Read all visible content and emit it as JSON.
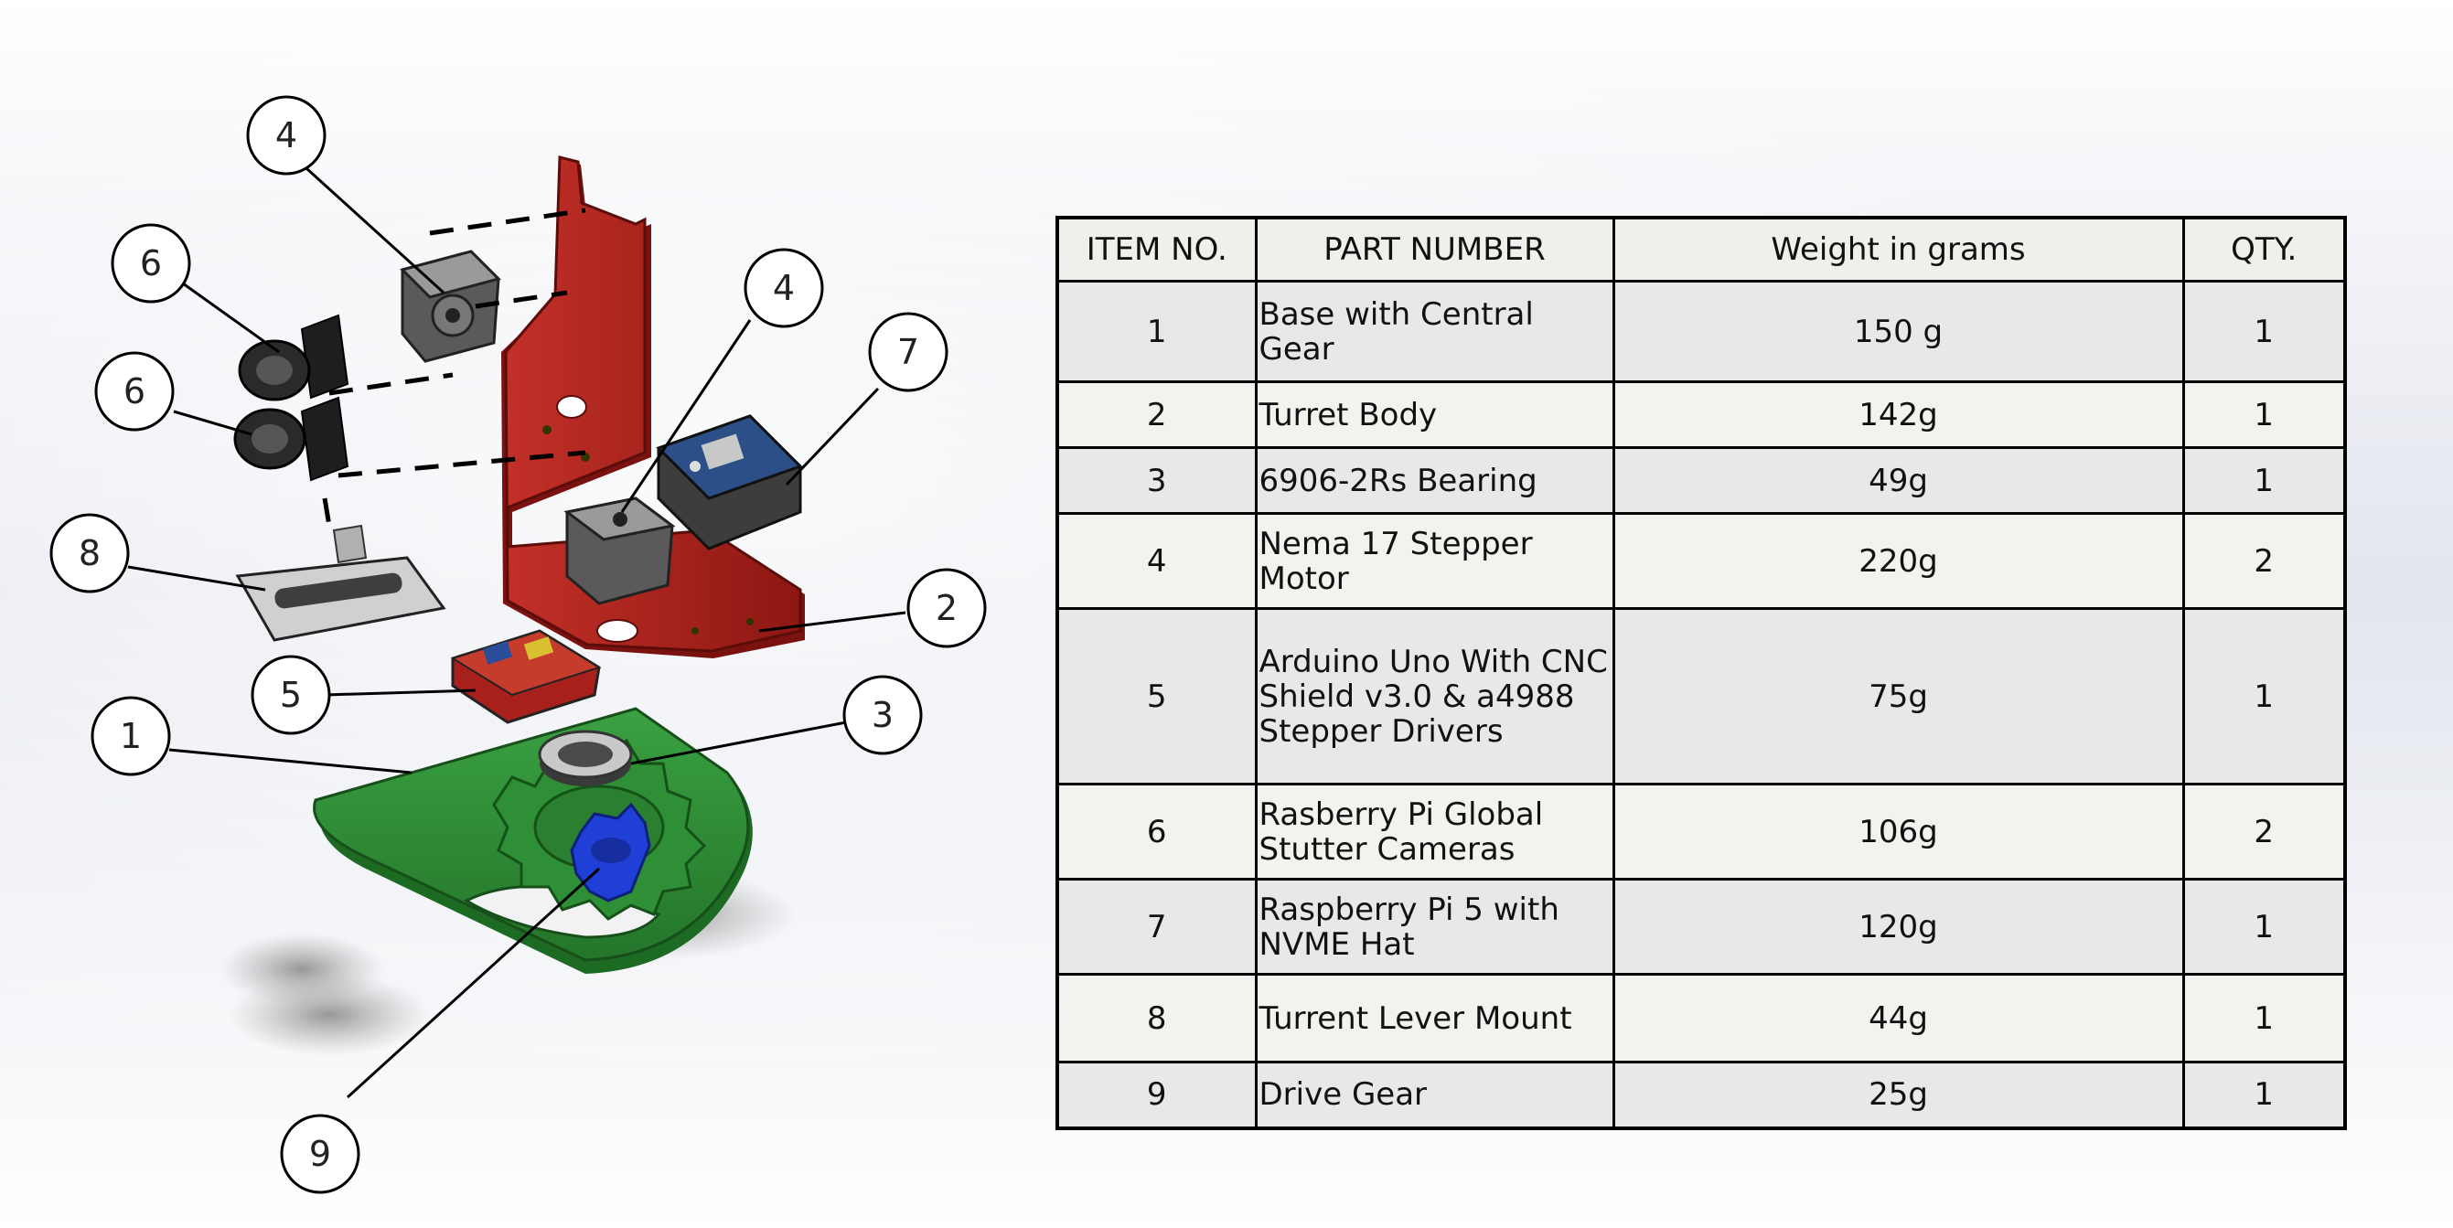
{
  "bom": {
    "headers": {
      "item_no": "ITEM NO.",
      "part_number": "PART NUMBER",
      "weight": "Weight in grams",
      "qty": "QTY."
    },
    "rows": [
      {
        "item": "1",
        "part": [
          "Base with Central",
          "Gear"
        ],
        "weight": "150 g",
        "qty": "1"
      },
      {
        "item": "2",
        "part": [
          "Turret Body"
        ],
        "weight": "142g",
        "qty": "1"
      },
      {
        "item": "3",
        "part": [
          "6906-2Rs Bearing"
        ],
        "weight": "49g",
        "qty": "1"
      },
      {
        "item": "4",
        "part": [
          "Nema 17 Stepper",
          "Motor"
        ],
        "weight": "220g",
        "qty": "2"
      },
      {
        "item": "5",
        "part": [
          "Arduino Uno With CNC",
          "Shield v3.0 & a4988",
          "Stepper Drivers"
        ],
        "weight": "75g",
        "qty": "1"
      },
      {
        "item": "6",
        "part": [
          "Rasberry Pi Global",
          "Stutter Cameras"
        ],
        "weight": "106g",
        "qty": "2"
      },
      {
        "item": "7",
        "part": [
          "Raspberry Pi 5 with",
          "NVME Hat"
        ],
        "weight": "120g",
        "qty": "1"
      },
      {
        "item": "8",
        "part": [
          "Turrent Lever Mount"
        ],
        "weight": "44g",
        "qty": "1"
      },
      {
        "item": "9",
        "part": [
          "Drive Gear"
        ],
        "weight": "25g",
        "qty": "1"
      }
    ]
  },
  "callouts": [
    "4",
    "6",
    "6",
    "8",
    "5",
    "1",
    "4",
    "7",
    "2",
    "3",
    "9"
  ],
  "colors": {
    "turret_body": "#a8201c",
    "base": "#2f8a35",
    "drive_gear": "#1f3fd6",
    "pi_board": "#2b4f86"
  }
}
